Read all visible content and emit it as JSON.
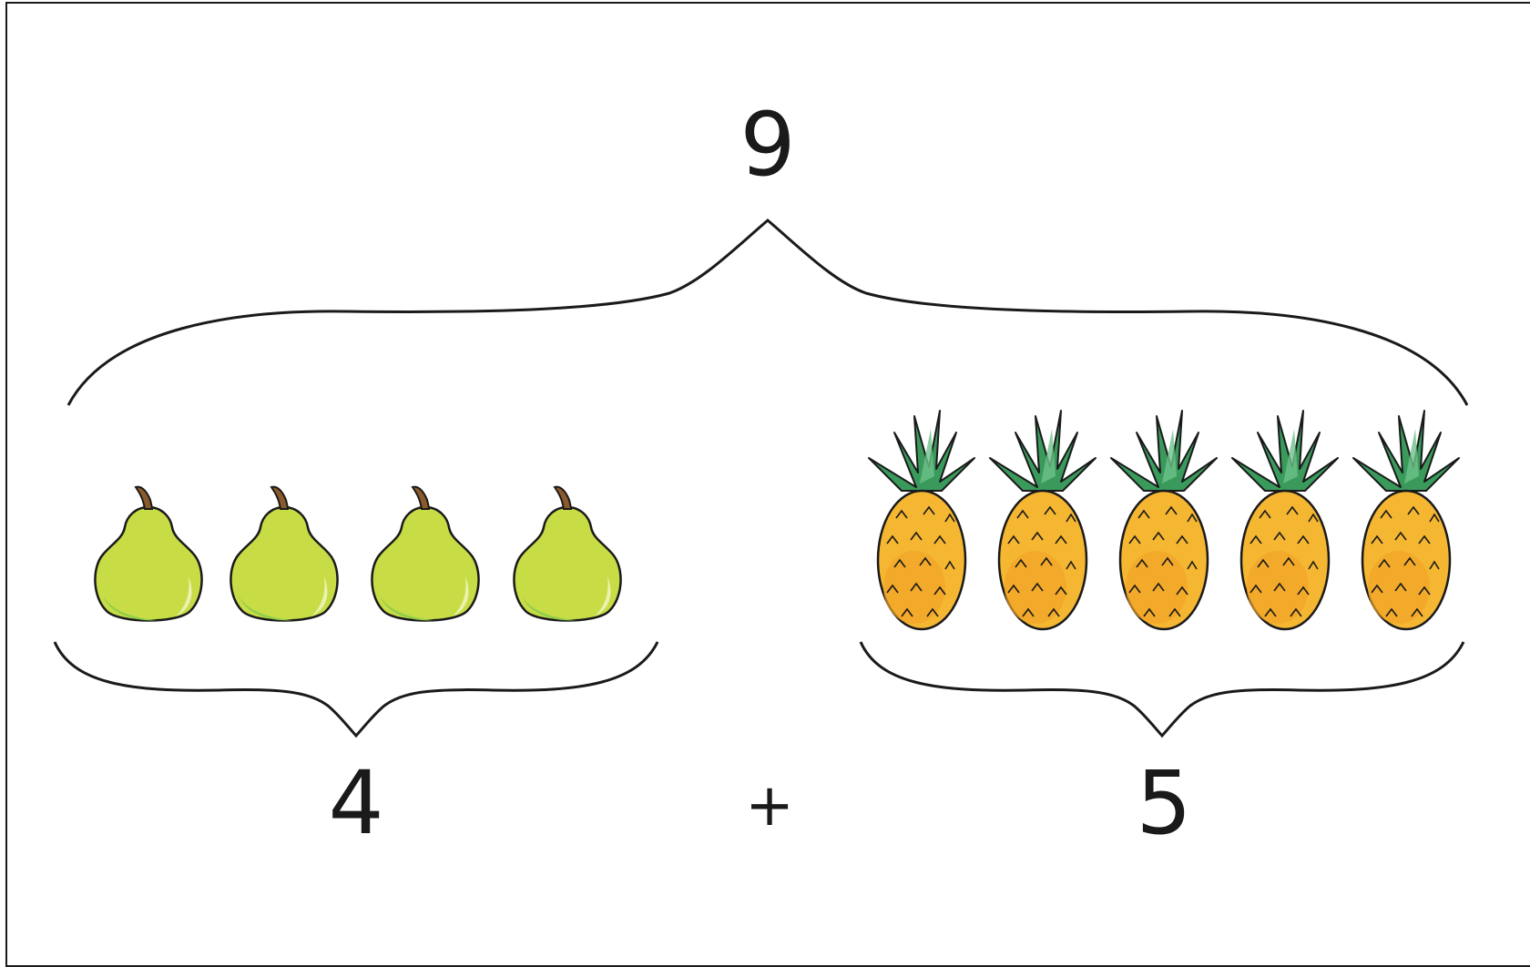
{
  "total": "9",
  "left_count": "4",
  "operator": "+",
  "right_count": "5",
  "left_group": {
    "item": "pear-icon",
    "count": 4,
    "color": "#c8dc46"
  },
  "right_group": {
    "item": "pineapple-icon",
    "count": 5,
    "color": "#f5b632"
  },
  "colors": {
    "ink": "#1a1a1a",
    "pear_body": "#c8dc46",
    "pear_shade": "#8fce4a",
    "pineapple_body": "#f5b632",
    "pineapple_leaf": "#3a9a5c"
  }
}
